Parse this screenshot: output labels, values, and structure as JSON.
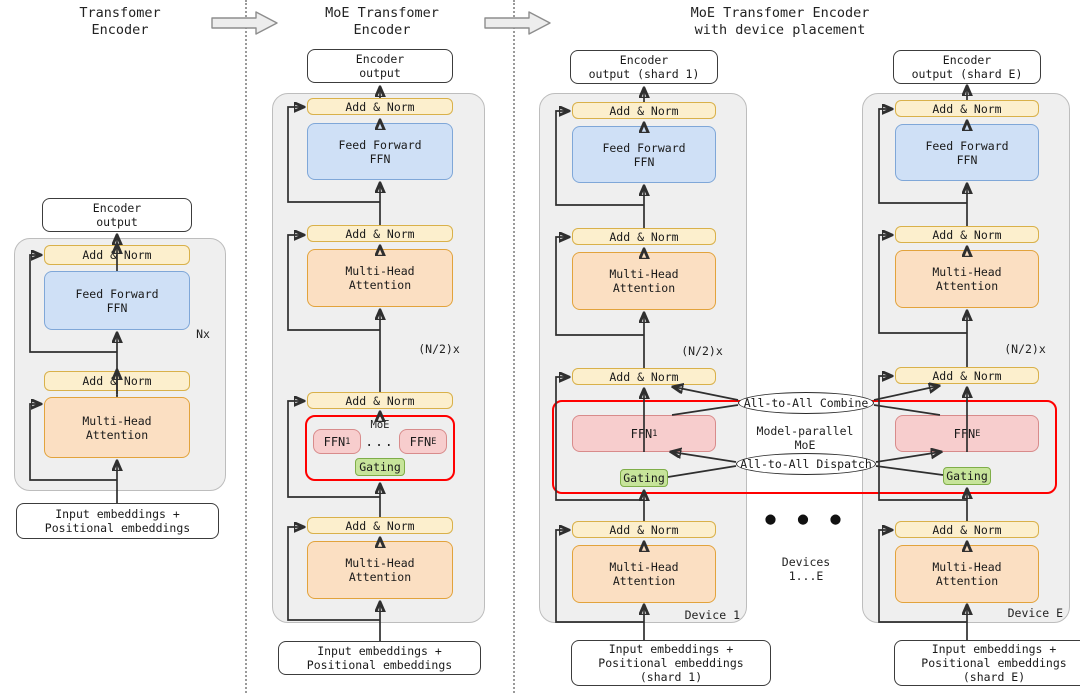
{
  "figure": {
    "type": "diagram",
    "panels": [
      {
        "id": "panel1",
        "title": "Transfomer\nEncoder",
        "repeat_label": "Nx",
        "top_box": "Encoder\noutput",
        "bottom_box": "Input embeddings +\nPositional embeddings",
        "blocks": [
          "Add & Norm",
          "Feed Forward\nFFN",
          "Add & Norm",
          "Multi-Head\nAttention"
        ]
      },
      {
        "id": "panel2",
        "title": "MoE Transfomer\nEncoder",
        "repeat_label": "(N/2)x",
        "top_box": "Encoder\noutput",
        "bottom_box": "Input embeddings +\nPositional embeddings",
        "moe_label": "MoE",
        "experts": [
          "FFN",
          "FFN"
        ],
        "expert_subs": [
          "1",
          "E"
        ],
        "expert_ellipsis": "...",
        "gating": "Gating",
        "blocks": [
          "Add & Norm",
          "Feed Forward\nFFN",
          "Add & Norm",
          "Multi-Head\nAttention",
          "Add & Norm",
          "Add & Norm",
          "Multi-Head\nAttention"
        ]
      },
      {
        "id": "panel3",
        "title": "MoE Transfomer Encoder\nwith device placement",
        "devices": [
          {
            "name": "Device 1",
            "repeat_label": "(N/2)x",
            "top_box": "Encoder\noutput (shard 1)",
            "bottom_box": "Input embeddings +\nPositional embeddings\n(shard 1)",
            "expert": "FFN",
            "expert_sub": "1",
            "gating": "Gating"
          },
          {
            "name": "Device E",
            "repeat_label": "(N/2)x",
            "top_box": "Encoder\noutput (shard E)",
            "bottom_box": "Input embeddings +\nPositional embeddings\n(shard E)",
            "expert": "FFN",
            "expert_sub": "E",
            "gating": "Gating"
          }
        ],
        "middle": {
          "dots": "● ● ●",
          "devices_caption": "Devices\n1...E",
          "moe_caption": "Model-parallel\nMoE",
          "combine": "All-to-All Combine",
          "dispatch": "All-to-All Dispatch"
        },
        "common_blocks": {
          "add_norm": "Add & Norm",
          "ffn": "Feed Forward\nFFN",
          "attention": "Multi-Head\nAttention"
        }
      }
    ],
    "colors": {
      "add_norm_fill": "#fcefcd",
      "add_norm_stroke": "#d9b14a",
      "ffn_fill": "#cfe0f6",
      "ffn_stroke": "#7fa7d8",
      "attention_fill": "#fbdfc2",
      "attention_stroke": "#e2a33c",
      "expert_fill": "#f7cdcd",
      "expert_stroke": "#d88b8b",
      "gating_fill": "#c7e49a",
      "gating_stroke": "#7fae48",
      "moe_outline": "#ff0000",
      "container_fill": "#efefef",
      "container_stroke": "#bdbdbd",
      "arrow": "#2f2f2f"
    }
  }
}
